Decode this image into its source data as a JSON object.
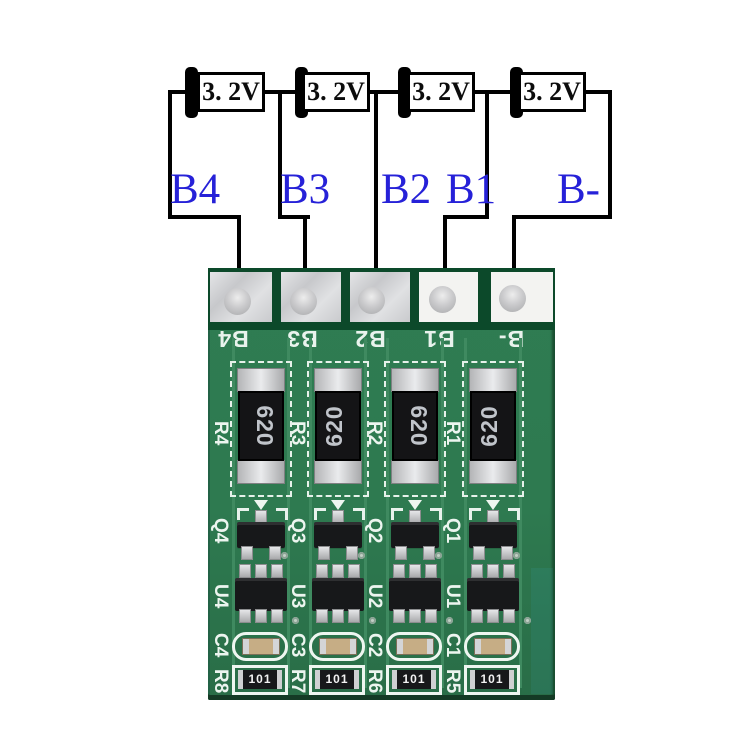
{
  "colors": {
    "annotation_blue": "#2621d8",
    "wire_black": "#000000",
    "pcb_green": "#2e7a50",
    "silkscreen_white": "#edf5ef"
  },
  "schematic": {
    "cells": [
      {
        "label": "3. 2V"
      },
      {
        "label": "3. 2V"
      },
      {
        "label": "3. 2V"
      },
      {
        "label": "3. 2V"
      }
    ],
    "terminals": [
      {
        "label": "B4"
      },
      {
        "label": "B3"
      },
      {
        "label": "B2"
      },
      {
        "label": "B1"
      },
      {
        "label": "B-"
      }
    ]
  },
  "board": {
    "pads": [
      {
        "silk": "B4"
      },
      {
        "silk": "B3"
      },
      {
        "silk": "B2"
      },
      {
        "silk": "B1"
      },
      {
        "silk": "B-"
      }
    ],
    "channels": [
      {
        "resistor_ref": "R4",
        "resistor_value": "620",
        "transistor_ref": "Q4",
        "ic_ref": "U4",
        "capacitor_ref": "C4",
        "resistor2_ref": "R8",
        "resistor2_value": "101"
      },
      {
        "resistor_ref": "R3",
        "resistor_value": "620",
        "transistor_ref": "Q3",
        "ic_ref": "U3",
        "capacitor_ref": "C3",
        "resistor2_ref": "R7",
        "resistor2_value": "101"
      },
      {
        "resistor_ref": "R2",
        "resistor_value": "620",
        "transistor_ref": "Q2",
        "ic_ref": "U2",
        "capacitor_ref": "C2",
        "resistor2_ref": "R6",
        "resistor2_value": "101"
      },
      {
        "resistor_ref": "R1",
        "resistor_value": "620",
        "transistor_ref": "Q1",
        "ic_ref": "U1",
        "capacitor_ref": "C1",
        "resistor2_ref": "R5",
        "resistor2_value": "101"
      }
    ]
  }
}
